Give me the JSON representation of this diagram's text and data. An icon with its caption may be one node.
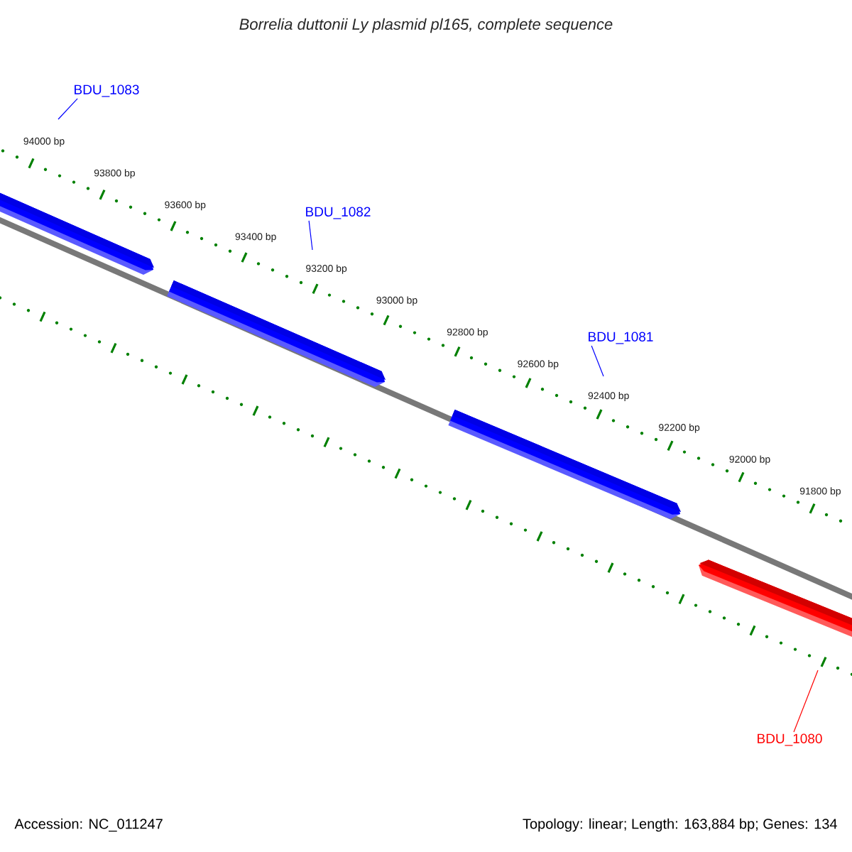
{
  "diagram": {
    "title": "Borrelia duttonii Ly plasmid pl165, complete sequence",
    "nodes": [
      {
        "text": [
          "BDU_1083"
        ]
      },
      {
        "text": [
          "BDU_1082"
        ]
      },
      {
        "text": [
          "BDU_1081"
        ]
      },
      {
        "text": [
          "BDU_1080"
        ]
      }
    ],
    "edges": [
      {
        "from": 0,
        "to": null,
        "arrow": "none"
      },
      {
        "from": 1,
        "to": null,
        "arrow": "none"
      },
      {
        "from": 2,
        "to": null,
        "arrow": "none"
      },
      {
        "from": 3,
        "to": null,
        "arrow": "none",
        "color": "#ff0000"
      }
    ],
    "labels": [
      "94000 bp",
      "93800 bp",
      "93600 bp",
      "93400 bp",
      "93200 bp",
      "93000 bp",
      "92800 bp",
      "92600 bp",
      "92400 bp",
      "92200 bp",
      "92000 bp",
      "91800 bp",
      "Accession: NC_011247",
      "Topology: linear; Length: 163,884 bp; Genes: 134"
    ]
  }
}
